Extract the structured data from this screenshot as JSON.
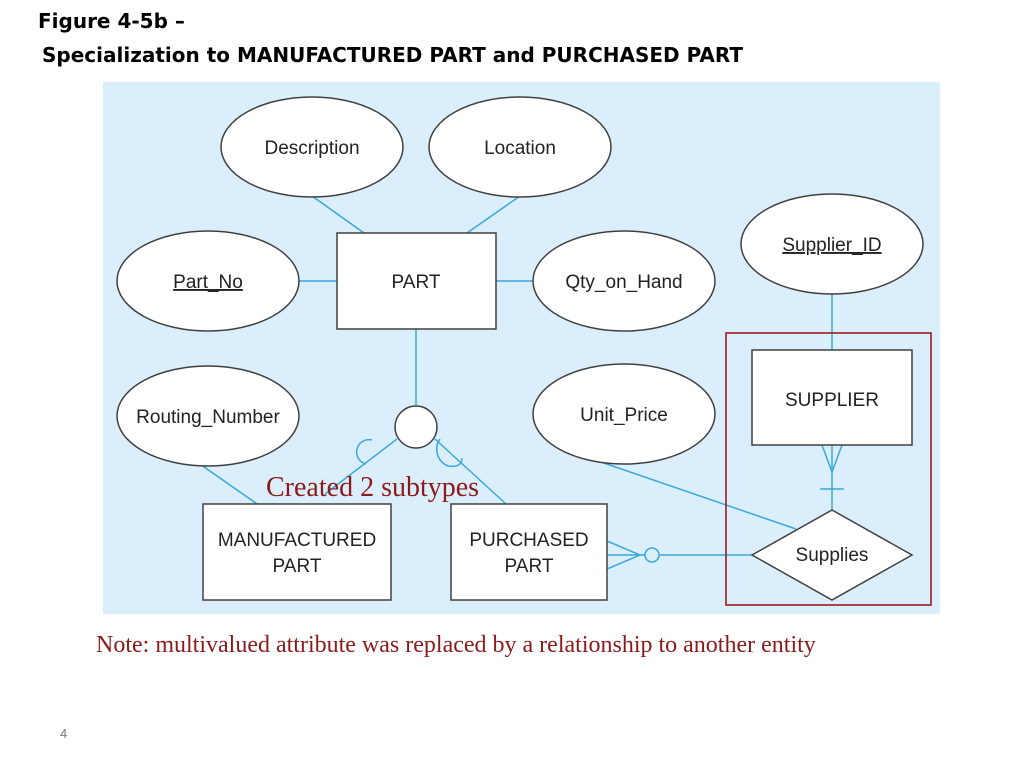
{
  "slide": {
    "title_line1": "Figure 4-5b –",
    "title_line2": "Specialization to MANUFACTURED PART and PURCHASED PART",
    "page_number": "4"
  },
  "diagram": {
    "entities": {
      "part": "PART",
      "supplier": "SUPPLIER",
      "manufactured_part": [
        "MANUFACTURED",
        "PART"
      ],
      "purchased_part": [
        "PURCHASED",
        "PART"
      ]
    },
    "attributes": {
      "description": "Description",
      "location": "Location",
      "part_no": "Part_No",
      "qty_on_hand": "Qty_on_Hand",
      "supplier_id": "Supplier_ID",
      "routing_number": "Routing_Number",
      "unit_price": "Unit_Price"
    },
    "relationships": {
      "supplies": "Supplies"
    },
    "callout": "Created 2 subtypes",
    "note": "Note: multivalued attribute was replaced by a relationship to another entity",
    "colors": {
      "panel": "#dbeefb",
      "line": "#3aa8dc",
      "shape_stroke": "#404040",
      "highlight": "#9b1c1c",
      "annotation": "#8b1a1a"
    }
  }
}
